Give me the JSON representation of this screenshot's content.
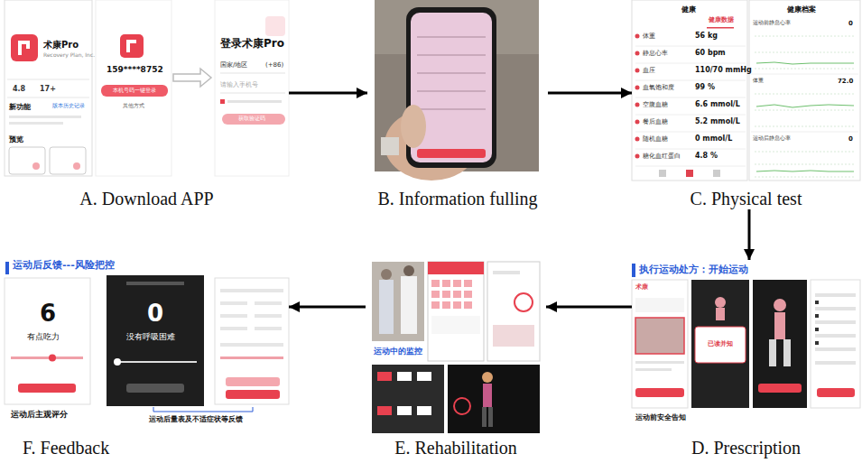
{
  "diagram": {
    "nodes": [
      {
        "text": [
          "A. Download APP"
        ]
      },
      {
        "text": [
          "B. Information fulling"
        ]
      },
      {
        "text": [
          "C. Physical test"
        ]
      },
      {
        "text": [
          "D. Prescription"
        ]
      },
      {
        "text": [
          "E. Rehabilitation"
        ]
      },
      {
        "text": [
          "F. Feedback"
        ]
      }
    ],
    "edges": [
      {
        "from": 0,
        "to": 1,
        "arrow": "to"
      },
      {
        "from": 1,
        "to": 2,
        "arrow": "to"
      },
      {
        "from": 2,
        "to": 3,
        "arrow": "to"
      },
      {
        "from": 3,
        "to": 4,
        "arrow": "to"
      },
      {
        "from": 4,
        "to": 5,
        "arrow": "to"
      }
    ],
    "labels": [
      "术康Pro",
      "Recovery Plan, Inc.",
      "4.8",
      "17+",
      "新功能",
      "版本历史记录",
      "预览",
      "159****8752",
      "本机号码一键登录",
      "其他方式",
      "登录术康Pro",
      "国家/地区",
      "(+86)",
      "请输入手机号",
      "获取验证码",
      "健康",
      "健康数据",
      "体重",
      "56 kg",
      "静息心率",
      "60 bpm",
      "血压",
      "110/70 mmHg",
      "血氧饱和度",
      "99 %",
      "空腹血糖",
      "6.6 mmol/L",
      "餐后血糖",
      "5.2 mmol/L",
      "随机血糖",
      "0 mmol/L",
      "糖化血红蛋白",
      "4.8 %",
      "健康档案",
      "运动前静息心率",
      "0",
      "体重",
      "72.0",
      "运动后静息心率",
      "0",
      "执行运动处方：开始运动",
      "术康",
      "已读并知",
      "运动前安全告知",
      "运动中的监控",
      "运动后反馈---风险把控",
      "6",
      "有点吃力",
      "运动后主观评分",
      "0",
      "没有呼吸困难",
      "运动后量表及不适症状等反馈"
    ]
  }
}
